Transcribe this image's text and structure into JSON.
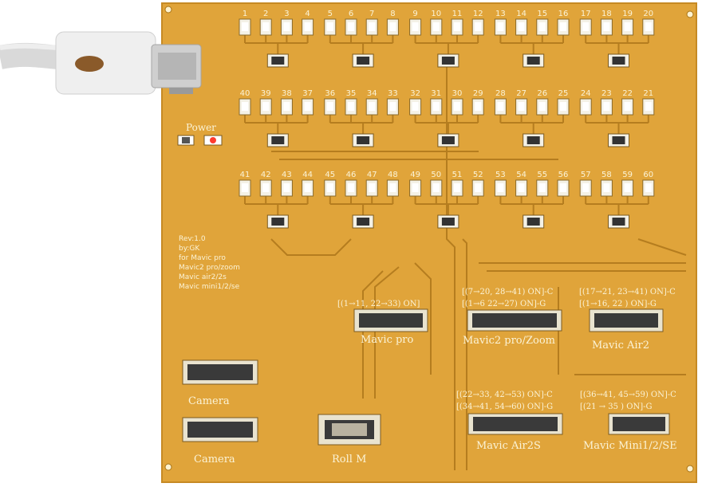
{
  "board": {
    "colors": {
      "board": "#e0a43a",
      "board_dark": "#c98b25",
      "trace": "#b07a1e",
      "silk": "#fbf3d6",
      "connector": "#3a3a3a"
    },
    "led_numbers": {
      "row1": [
        "1",
        "2",
        "3",
        "4",
        "5",
        "6",
        "7",
        "8",
        "9",
        "10",
        "11",
        "12",
        "13",
        "14",
        "15",
        "16",
        "17",
        "18",
        "19",
        "20"
      ],
      "row2": [
        "40",
        "39",
        "38",
        "37",
        "36",
        "35",
        "34",
        "33",
        "32",
        "31",
        "30",
        "29",
        "28",
        "27",
        "26",
        "25",
        "24",
        "23",
        "22",
        "21"
      ],
      "row3": [
        "41",
        "42",
        "43",
        "44",
        "45",
        "46",
        "47",
        "48",
        "49",
        "50",
        "51",
        "52",
        "53",
        "54",
        "55",
        "56",
        "57",
        "58",
        "59",
        "60"
      ]
    },
    "power_label": "Power",
    "info_lines": [
      "Rev:1.0",
      "by:GK",
      "for Mavic pro",
      "Mavic2 pro/zoom",
      "Mavic air2/2s",
      "Mavic mini1/2/se"
    ],
    "connectors": {
      "mavic_pro": {
        "label": "Mavic pro",
        "note": "[(1→11, 22→33) ON]"
      },
      "mavic2": {
        "label": "Mavic2 pro/Zoom",
        "note_c": "[(7→20, 28→41) ON]-C",
        "note_g": "[(1→6 22→27) ON]-G"
      },
      "mavic_air2": {
        "label": "Mavic Air2",
        "note_c": "[(17→21, 23→41) ON]-C",
        "note_g": "[(1→16, 22 ) ON]-G"
      },
      "mavic_air2s": {
        "label": "Mavic Air2S",
        "note_c": "[(22→33, 42→53) ON]-C",
        "note_g": "[(34→41, 54→60) ON]-G"
      },
      "mavic_mini": {
        "label": "Mavic Mini1/2/SE",
        "note_c": "[(36→41, 45→59) ON]-C",
        "note_g": "[(21 → 35 ) ON]-G"
      },
      "camera1": {
        "label": "Camera"
      },
      "camera2": {
        "label": "Camera"
      },
      "roll": {
        "label": "Roll M"
      }
    }
  }
}
